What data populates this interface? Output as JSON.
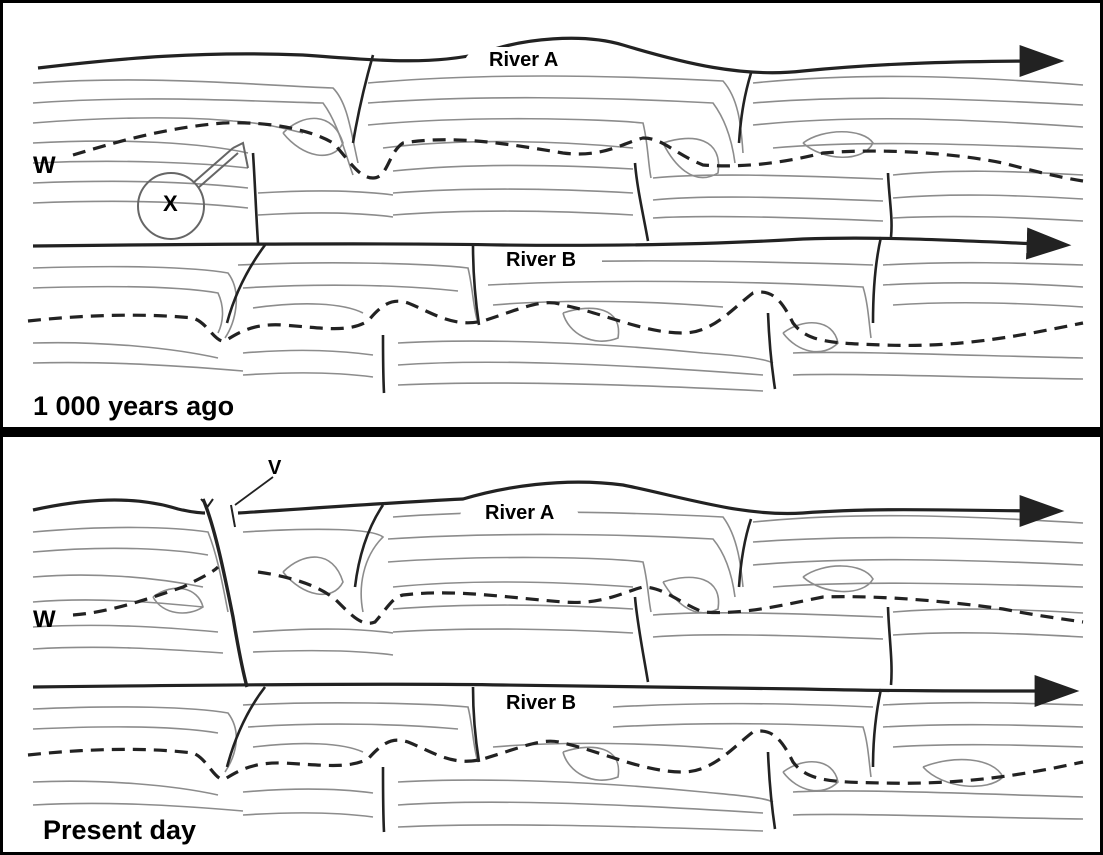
{
  "panels": [
    {
      "title": "1 000 years ago",
      "river_a": "River A",
      "river_b": "River B",
      "label_w": "W",
      "label_x": "X"
    },
    {
      "title": "Present day",
      "river_a": "River A",
      "river_b": "River B",
      "label_w": "W",
      "label_v": "V"
    }
  ],
  "colors": {
    "contour": "#8c8c8c",
    "line": "#222222",
    "border": "#000000"
  },
  "line_styles": {
    "river": "solid-with-arrow",
    "watershed": "dashed"
  }
}
